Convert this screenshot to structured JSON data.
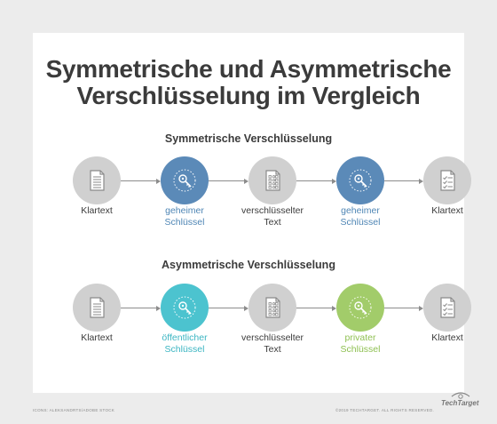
{
  "title": {
    "line1": "Symmetrische und Asymmetrische",
    "line2": "Verschlüsselung im Vergleich"
  },
  "sections": [
    {
      "heading": "Symmetrische Verschlüsselung",
      "nodes": [
        {
          "icon": "document-icon",
          "color": "#d0d0d0",
          "label_lines": [
            "Klartext"
          ],
          "label_color": "#3b3b3b"
        },
        {
          "icon": "key-icon",
          "color": "#5b8ab8",
          "label_lines": [
            "geheimer",
            "Schlüssel"
          ],
          "label_color": "#4f86b5"
        },
        {
          "icon": "encrypted-document-icon",
          "color": "#d0d0d0",
          "label_lines": [
            "verschlüsselter",
            "Text"
          ],
          "label_color": "#3b3b3b"
        },
        {
          "icon": "key-icon",
          "color": "#5b8ab8",
          "label_lines": [
            "geheimer",
            "Schlüssel"
          ],
          "label_color": "#4f86b5"
        },
        {
          "icon": "checklist-document-icon",
          "color": "#d0d0d0",
          "label_lines": [
            "Klartext"
          ],
          "label_color": "#3b3b3b"
        }
      ]
    },
    {
      "heading": "Asymmetrische Verschlüsselung",
      "nodes": [
        {
          "icon": "document-icon",
          "color": "#d0d0d0",
          "label_lines": [
            "Klartext"
          ],
          "label_color": "#3b3b3b"
        },
        {
          "icon": "key-icon",
          "color": "#4cc3cf",
          "label_lines": [
            "öffentlicher",
            "Schlüssel"
          ],
          "label_color": "#3bb5c2"
        },
        {
          "icon": "encrypted-document-icon",
          "color": "#d0d0d0",
          "label_lines": [
            "verschlüsselter",
            "Text"
          ],
          "label_color": "#3b3b3b"
        },
        {
          "icon": "key-icon",
          "color": "#a2cc6a",
          "label_lines": [
            "privater",
            "Schlüssel"
          ],
          "label_color": "#8fc052"
        },
        {
          "icon": "checklist-document-icon",
          "color": "#d0d0d0",
          "label_lines": [
            "Klartext"
          ],
          "label_color": "#3b3b3b"
        }
      ]
    }
  ],
  "footer": {
    "credit": "ICONS: ALEKSANDRTS/ADOBE STOCK",
    "copyright": "©2019 TECHTARGET. ALL RIGHTS RESERVED.",
    "logo": "TechTarget"
  }
}
